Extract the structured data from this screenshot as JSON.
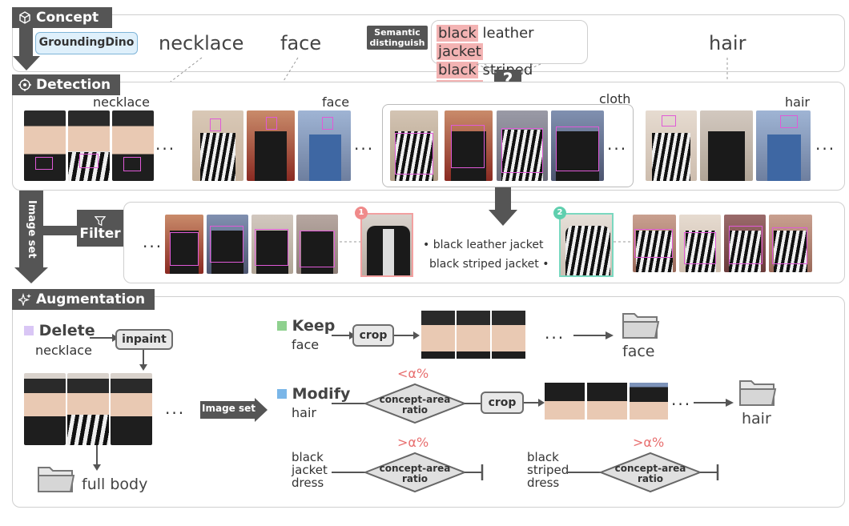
{
  "concept": {
    "tab": "Concept",
    "grounding_badge": "GroundingDino",
    "words": [
      "necklace",
      "face",
      "hair"
    ],
    "semantic_tag": "Semantic distinguish",
    "phrase1": {
      "w1": "black",
      "w2": "leather",
      "w3": "jacket"
    },
    "phrase2": {
      "w1": "black",
      "w2": "striped",
      "w3": "jacket"
    },
    "question": "?"
  },
  "detection": {
    "tab": "Detection",
    "labels": [
      "necklace",
      "face",
      "cloth",
      "hair"
    ],
    "ellipsis": "..."
  },
  "filter": {
    "side_label": "Image set",
    "tab": "Filter",
    "badge1": "1",
    "badge2": "2",
    "text1": "black leather jacket",
    "text2": "black striped jacket",
    "ellipsis": "..."
  },
  "augmentation": {
    "tab": "Augmentation",
    "delete": {
      "title": "Delete",
      "sub": "necklace",
      "color": "#d9c6f5"
    },
    "inpaint": "inpaint",
    "full_body": "full body",
    "image_set": "Image set",
    "keep": {
      "title": "Keep",
      "sub": "face",
      "color": "#8fd18f"
    },
    "crop1": "crop",
    "folder_face": "face",
    "modify": {
      "title": "Modify",
      "sub": "hair",
      "color": "#7ab6e8"
    },
    "lt_alpha": "<α%",
    "gt_alpha1": ">α%",
    "gt_alpha2": ">α%",
    "diamond_line1": "concept-area",
    "diamond_line2": "ratio",
    "crop2": "crop",
    "folder_hair": "hair",
    "case1": [
      "black",
      "jacket",
      "dress"
    ],
    "case2": [
      "black",
      "striped",
      "dress"
    ],
    "ellipsis": "..."
  }
}
